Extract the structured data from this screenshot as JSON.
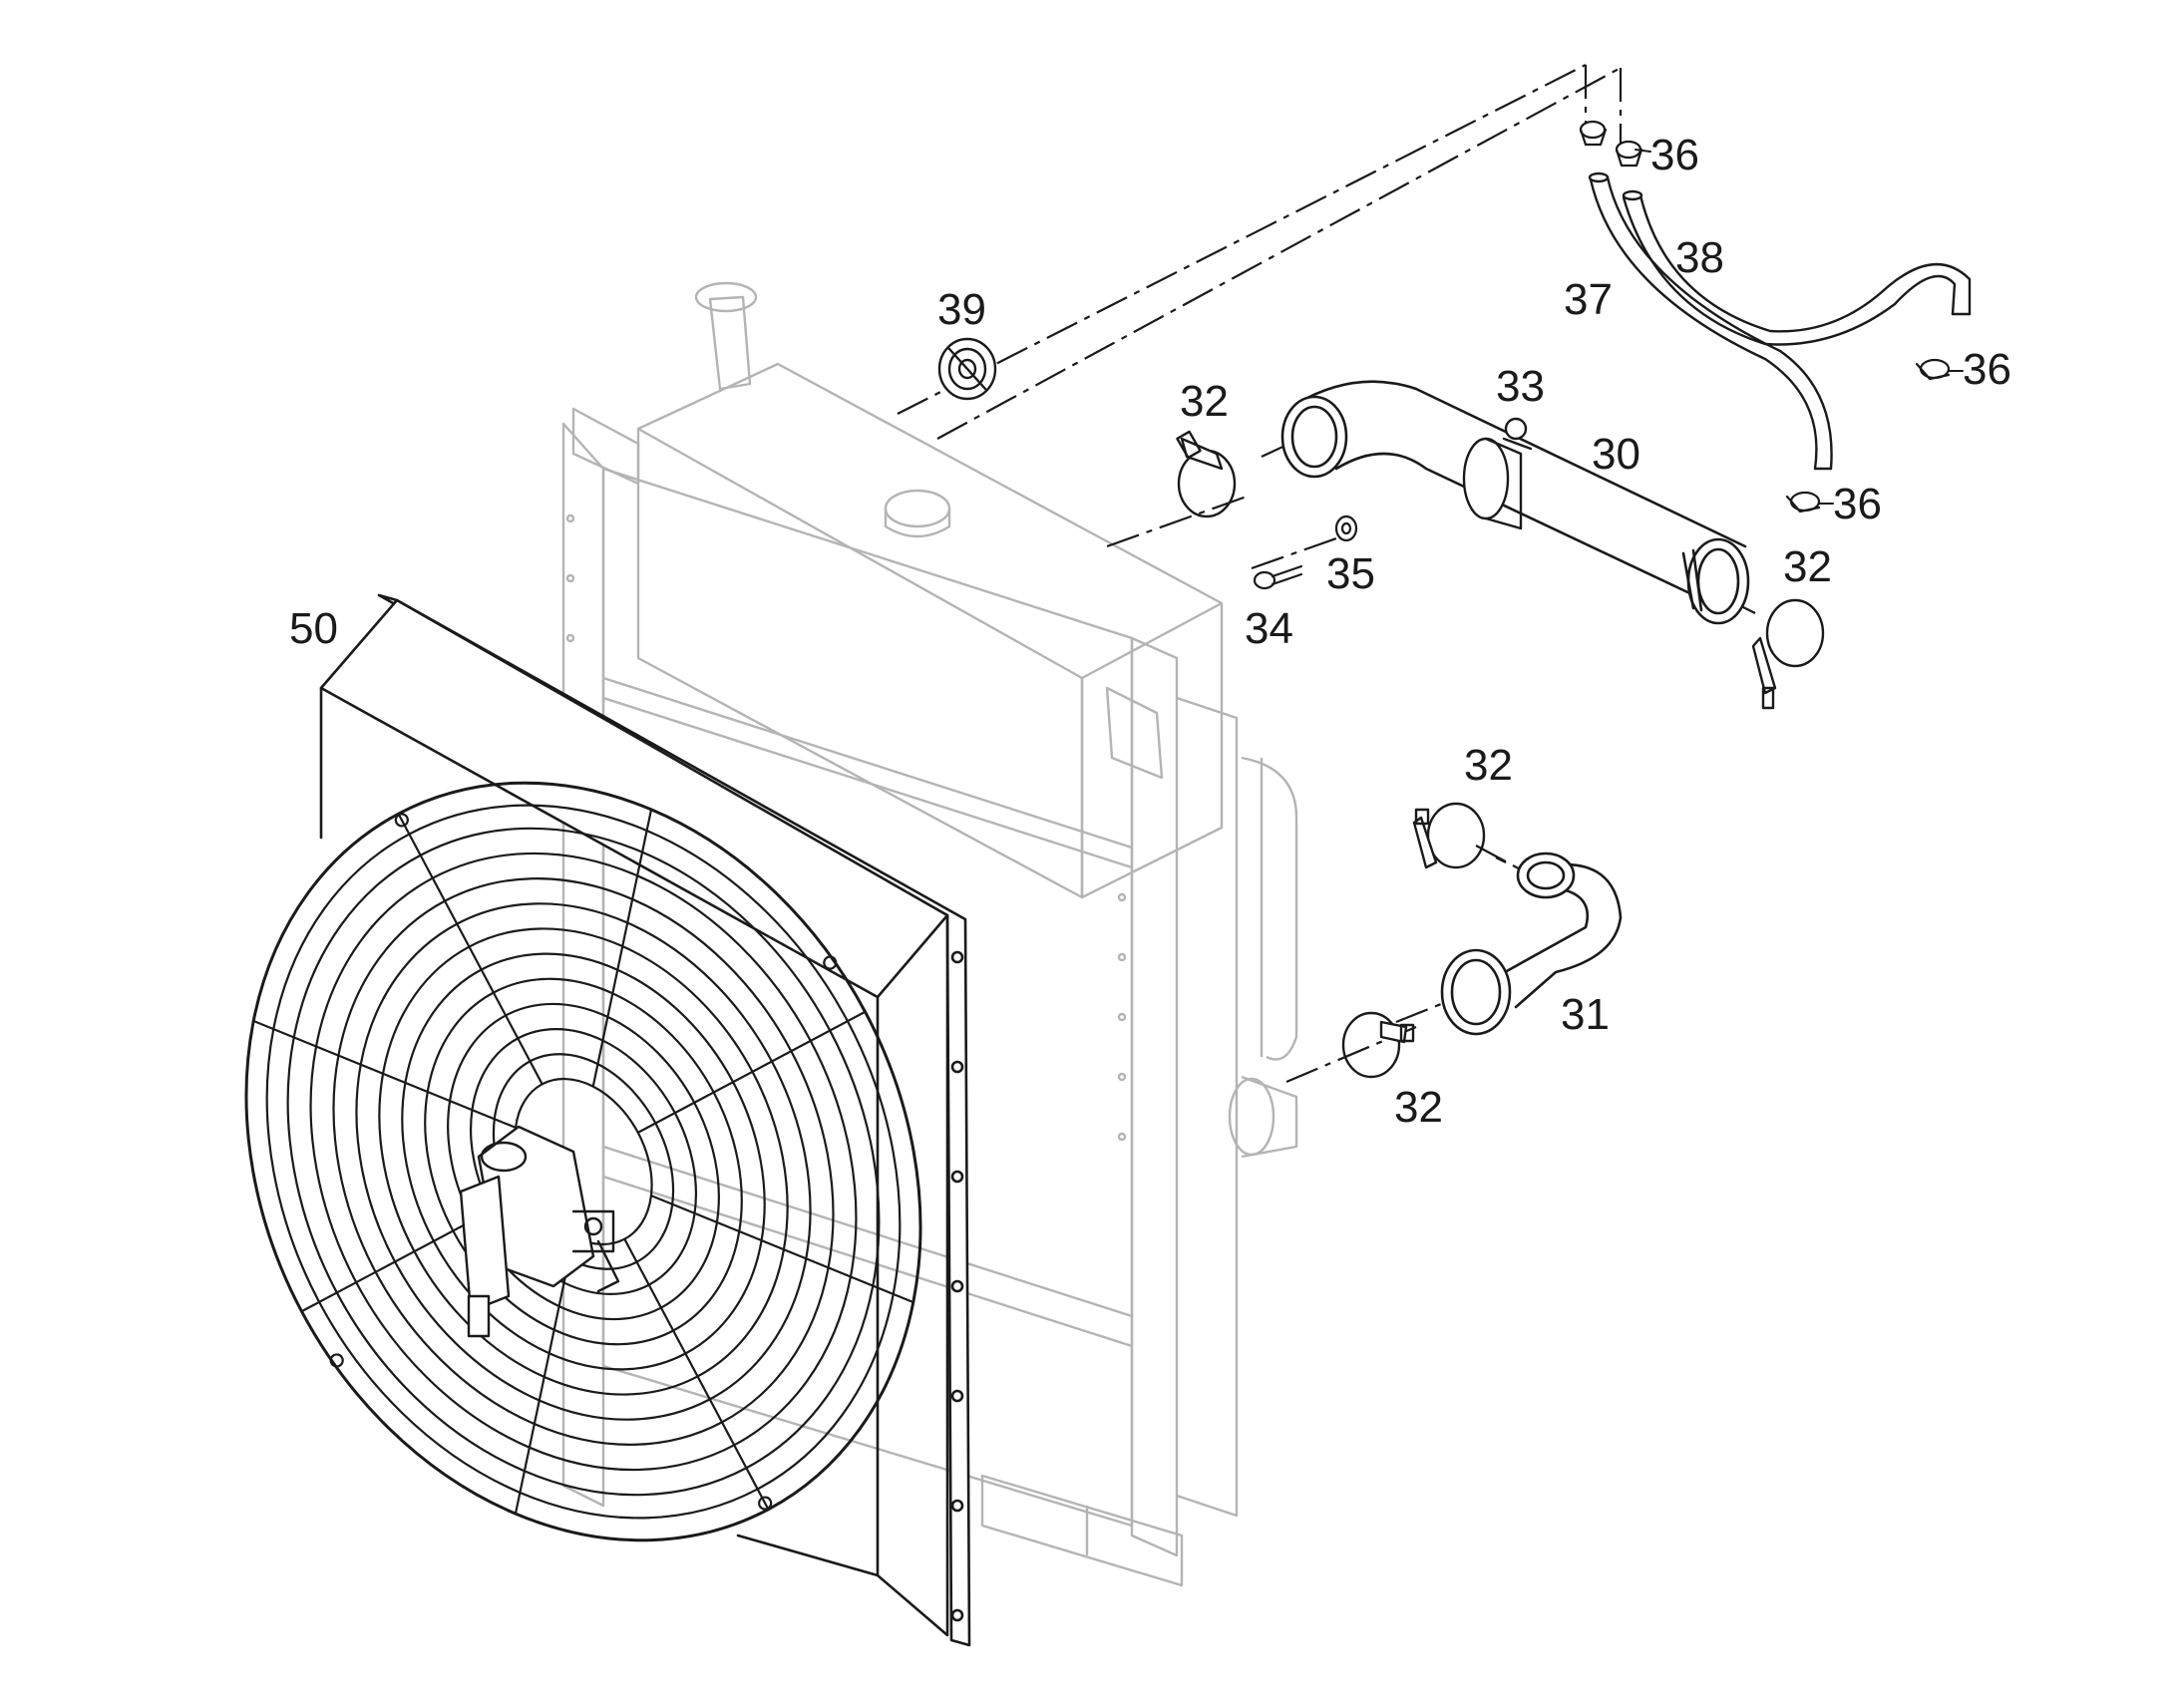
{
  "callouts": {
    "p30": "30",
    "p31": "31",
    "p32a": "32",
    "p32b": "32",
    "p32c": "32",
    "p32d": "32",
    "p33": "33",
    "p34": "34",
    "p35": "35",
    "p36a": "36",
    "p36b": "36",
    "p36c": "36",
    "p37": "37",
    "p38": "38",
    "p39": "39",
    "p50": "50"
  },
  "colors": {
    "line": "#1a1a1a",
    "ghost": "#b4b4b4",
    "background": "#ffffff"
  }
}
